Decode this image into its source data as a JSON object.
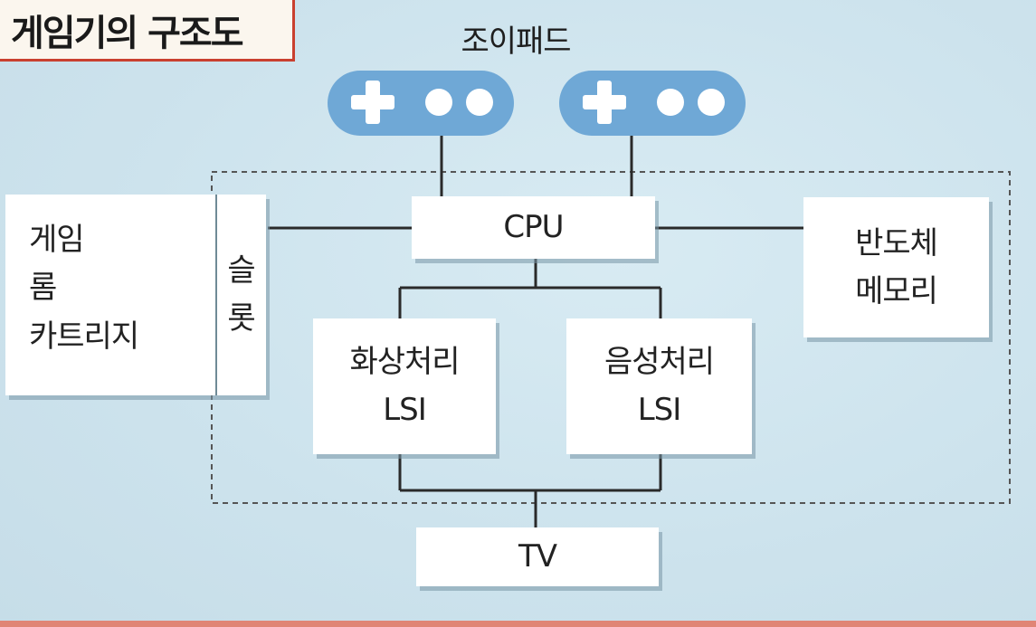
{
  "title": "게임기의 구조도",
  "joypad_label": "조이패드",
  "cartridge": {
    "lines": [
      "게임",
      "롬",
      "카트리지"
    ]
  },
  "slot": {
    "lines": [
      "슬",
      "롯"
    ]
  },
  "cpu": {
    "label": "CPU"
  },
  "memory": {
    "lines": [
      "반도체",
      "메모리"
    ]
  },
  "video_lsi": {
    "lines": [
      "화상처리",
      "LSI"
    ]
  },
  "audio_lsi": {
    "lines": [
      "음성처리",
      "LSI"
    ]
  },
  "tv": {
    "label": "TV"
  },
  "colors": {
    "background": "#cfe4ee",
    "joypad": "#6fa8d6",
    "title_border": "#c9402f",
    "line": "#2a2a2a",
    "dashed_border": "#555555"
  }
}
